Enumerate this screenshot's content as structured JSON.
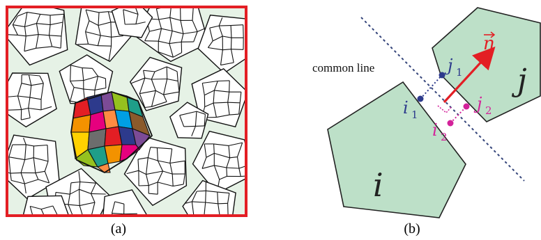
{
  "panel_a": {
    "caption": "(a)"
  },
  "panel_b": {
    "caption": "(b)",
    "common_line_label": "common line",
    "normal_label": "n",
    "polygon_i_label": "i",
    "polygon_j_label": "j",
    "points": [
      {
        "base": "i",
        "sub": "1",
        "color": "#2d3a8c"
      },
      {
        "base": "j",
        "sub": "1",
        "color": "#2d3a8c"
      },
      {
        "base": "i",
        "sub": "2",
        "color": "#d3229a"
      },
      {
        "base": "j",
        "sub": "2",
        "color": "#d3229a"
      }
    ]
  },
  "colors": {
    "frame": "#e31e24",
    "background_fill": "#e6f2e6",
    "polygon_fill": "#bde0c8",
    "normal_arrow": "#e31e24",
    "dashed_line": "#34447a"
  }
}
